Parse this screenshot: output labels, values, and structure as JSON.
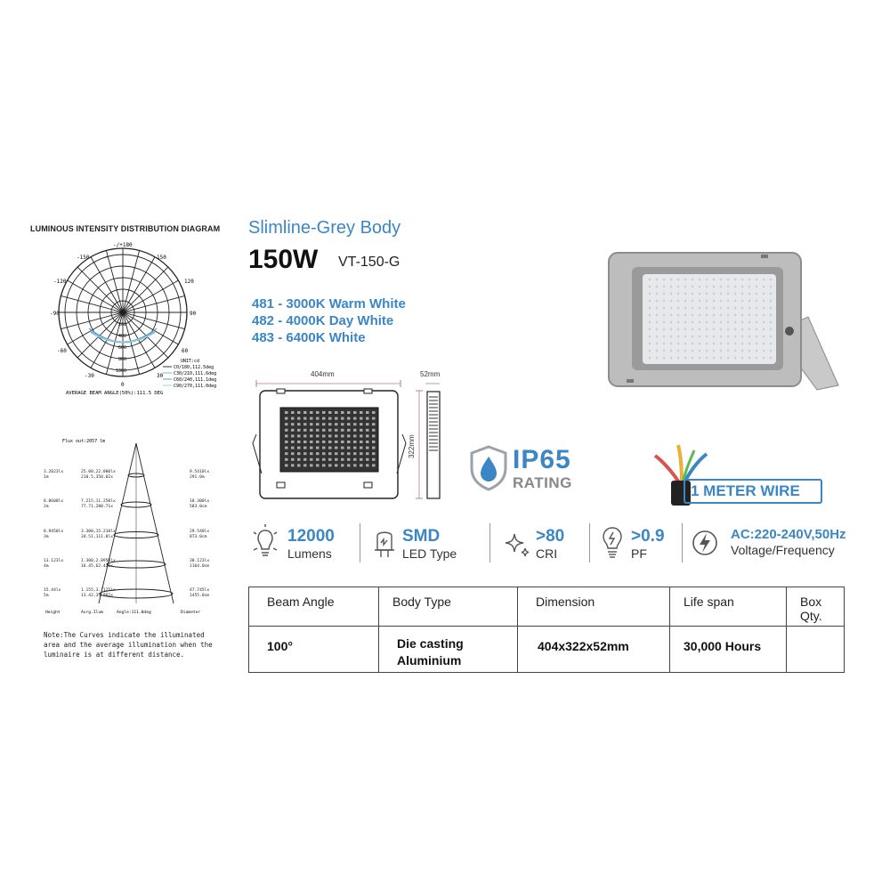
{
  "diagram": {
    "title": "LUMINOUS INTENSITY DISTRIBUTION DIAGRAM",
    "angle_labels": [
      "-/+180",
      "-150",
      "150",
      "-120",
      "120",
      "-90",
      "90",
      "-60",
      "60",
      "-30",
      "30",
      "0"
    ],
    "radial_labels": [
      "200",
      "400",
      "600",
      "800",
      "1000"
    ],
    "legend_unit": "UNIT:cd",
    "legend_items": [
      {
        "label": "C0/180,112.5deg",
        "color": "#333333"
      },
      {
        "label": "C30/210,111.6deg",
        "color": "#7fb3d5"
      },
      {
        "label": "C60/240,111.1deg",
        "color": "#5aa0c8"
      },
      {
        "label": "C90/270,111.0deg",
        "color": "#9fcfe0"
      }
    ],
    "beam_angle_note": "AVERAGE BEAM ANGLE(50%):111.5 DEG"
  },
  "cone": {
    "flux": "Flux out:2057 lm",
    "rows": [
      {
        "left": "3.2023lx\n1m",
        "mid": "25.00,22.000lx\n210.5,350.02x",
        "right": "9.5410lx\n291.0m"
      },
      {
        "left": "8.0600lx\n2m",
        "mid": "7.215,11.250lx\n77.71,200.71x",
        "right": "18.300lx\n583.0cm"
      },
      {
        "left": "8.9450lx\n3m",
        "mid": "3.300,15.210lx\n34.51,111.0lx",
        "right": "29.540lx\n873.0cm"
      },
      {
        "left": "13.123lx\n4m",
        "mid": "1.300,2.8950lx\n16.45,62.426x",
        "right": "38.123lx\n1164.0cm"
      },
      {
        "left": "15.44lx\n5m",
        "mid": "1.155,3.7125lx\n13.42,35.902x",
        "right": "47.745lx\n1455.0cm"
      }
    ],
    "footer": [
      "Height",
      "Avrg.Ilum",
      "Angle:111.0deg",
      "Diameter"
    ]
  },
  "note_text": "Note:The Curves indicate the illuminated\narea and the average illumination when the\nluminaire is at different distance.",
  "product": {
    "subtitle": "Slimline-Grey Body",
    "wattage": "150W",
    "model": "VT-150-G",
    "variants": [
      "481 - 3000K Warm White",
      "482 - 4000K Day White",
      "483 - 6400K White"
    ]
  },
  "dimensions": {
    "width": "404mm",
    "height": "322mm",
    "depth": "52mm"
  },
  "badges": {
    "ip": "IP65",
    "rating": "RATING",
    "wire": "1 METER WIRE"
  },
  "specs": [
    {
      "icon": "bulb-icon",
      "value": "12000",
      "label": "Lumens"
    },
    {
      "icon": "smd-chip-icon",
      "value": "SMD",
      "label": "LED Type"
    },
    {
      "icon": "sparkle-icon",
      "value": ">80",
      "label": "CRI"
    },
    {
      "icon": "lightning-bulb-icon",
      "value": ">0.9",
      "label": "PF"
    },
    {
      "icon": "bolt-circle-icon",
      "value": "AC:220-240V,50Hz",
      "label": "Voltage/Frequency"
    }
  ],
  "table": {
    "headers": [
      "Beam Angle",
      "Body Type",
      "Dimension",
      "Life span",
      "Box Qty."
    ],
    "values": [
      "100°",
      "Die casting\nAluminium",
      "404x322x52mm",
      "30,000 Hours",
      ""
    ]
  }
}
